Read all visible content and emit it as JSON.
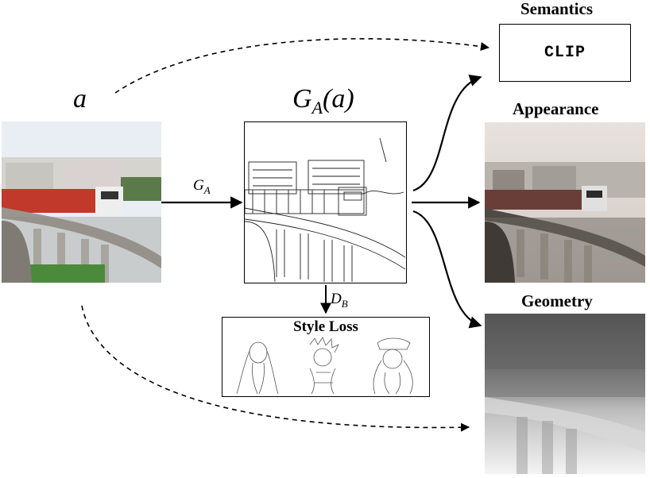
{
  "labels": {
    "input_var": "a",
    "generator_output": "G",
    "generator_output_sub": "A",
    "generator_output_arg": "(a)",
    "edge_generator": "G",
    "edge_generator_sub": "A",
    "discriminator": "D",
    "discriminator_sub": "B"
  },
  "branches": {
    "semantics": {
      "title": "Semantics",
      "box_label": "CLIP"
    },
    "appearance": {
      "title": "Appearance"
    },
    "geometry": {
      "title": "Geometry"
    }
  },
  "style_loss": {
    "title": "Style Loss"
  },
  "colors": {
    "stroke": "#000000",
    "sky": "#e9eef4",
    "train": "#c0392b",
    "grass": "#4a8a3a",
    "depth_dark": "#555555",
    "depth_light": "#f4f4f4"
  }
}
